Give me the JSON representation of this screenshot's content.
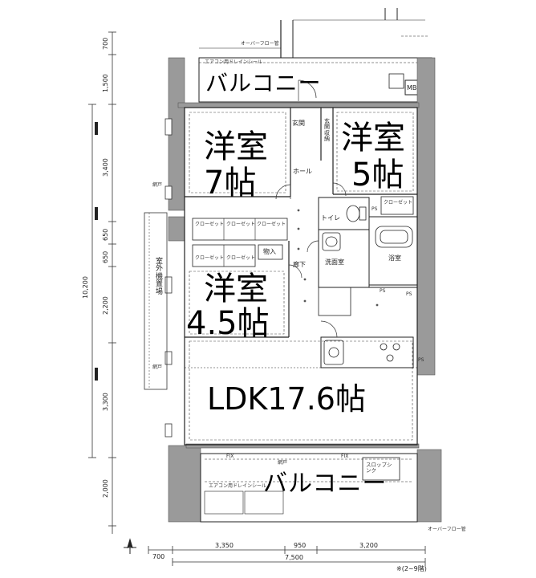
{
  "rooms": {
    "balcony_top": "バルコニー",
    "western_room_1": [
      "洋室",
      "7帖"
    ],
    "western_room_2": [
      "洋室",
      "5帖"
    ],
    "western_room_3": [
      "洋室",
      "4.5帖"
    ],
    "ldk": "LDK17.6帖",
    "balcony_bottom": "バルコニー",
    "genkan": "玄関",
    "hall": "ホール",
    "toilet": "トイレ",
    "washroom": "洗面室",
    "bathroom": "浴室",
    "corridor": "廊下",
    "outdoor_unit": "室外機置場",
    "storage": "物入",
    "mb": "MB",
    "ps": "PS",
    "shoe_closet": "玄関収納",
    "slop_sink": "スロップシンク",
    "wall_closet": "クローゼット"
  },
  "dimensions": {
    "left": [
      "700",
      "1,500",
      "3,400",
      "650",
      "650",
      "2,200",
      "3,300",
      "2,000"
    ],
    "left_total": "10,200",
    "bottom": [
      "3,350",
      "950",
      "3,200"
    ],
    "bottom_left": "700",
    "bottom_total": "7,500"
  },
  "notes": {
    "footnote": "※(2~9階)",
    "overflow_pipe": "オーバーフロー管",
    "aircon_drain": "エアコン用ドレインシール",
    "fix": "FIX",
    "netsuke": "網戸"
  }
}
